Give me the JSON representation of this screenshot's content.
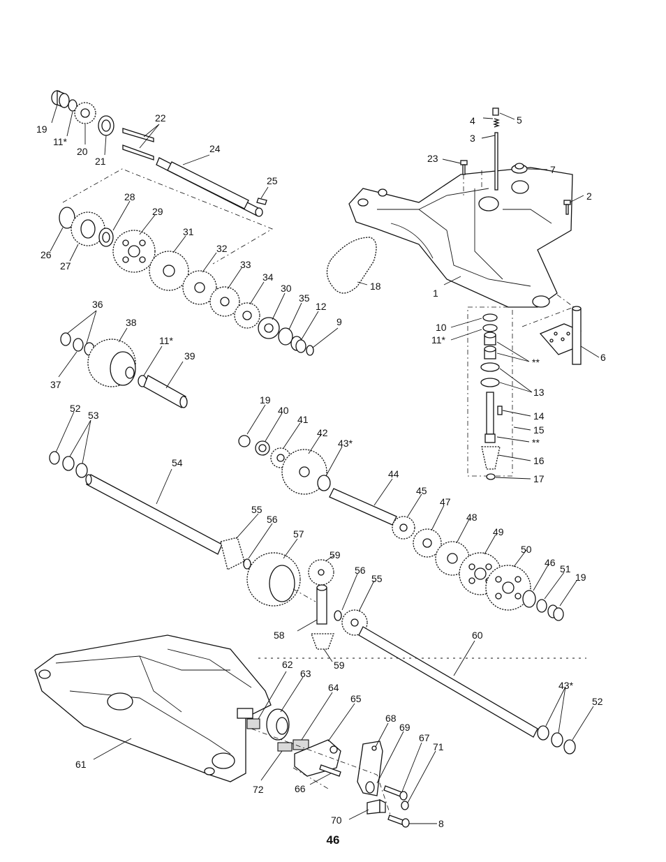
{
  "page_number": "46",
  "callouts": {
    "c1": "1",
    "c2": "2",
    "c3": "3",
    "c4": "4",
    "c5": "5",
    "c6": "6",
    "c7": "7",
    "c8": "8",
    "c9": "9",
    "c10": "10",
    "c11a": "11*",
    "c11b": "11*",
    "c11c": "11*",
    "c12": "12",
    "c13": "13",
    "c14": "14",
    "c15": "15",
    "c16": "16",
    "c17": "17",
    "c18": "18",
    "c19a": "19",
    "c19b": "19",
    "c19c": "19",
    "c20": "20",
    "c21": "21",
    "c22": "22",
    "c23": "23",
    "c24": "24",
    "c25": "25",
    "c26": "26",
    "c27": "27",
    "c28": "28",
    "c29": "29",
    "c30": "30",
    "c31": "31",
    "c32": "32",
    "c33": "33",
    "c34": "34",
    "c35": "35",
    "c36": "36",
    "c37": "37",
    "c38": "38",
    "c39": "39",
    "c40": "40",
    "c41": "41",
    "c42": "42",
    "c43a": "43*",
    "c43b": "43*",
    "c44": "44",
    "c45": "45",
    "c46": "46",
    "c47": "47",
    "c48": "48",
    "c49": "49",
    "c50": "50",
    "c51": "51",
    "c52a": "52",
    "c52b": "52",
    "c53": "53",
    "c54": "54",
    "c55a": "55",
    "c55b": "55",
    "c56a": "56",
    "c56b": "56",
    "c57": "57",
    "c58": "58",
    "c59a": "59",
    "c59b": "59",
    "c60": "60",
    "c61": "61",
    "c62": "62",
    "c63": "63",
    "c64": "64",
    "c65": "65",
    "c66": "66",
    "c67": "67",
    "c68": "68",
    "c69": "69",
    "c70": "70",
    "c71": "71",
    "c72": "72",
    "c_star_a": "**",
    "c_star_b": "**"
  }
}
